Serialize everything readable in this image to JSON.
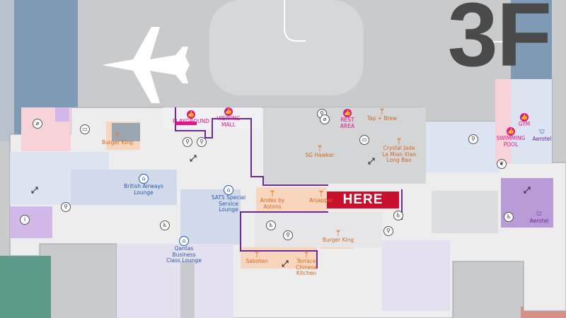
{
  "floor": "3F",
  "here_label": "HERE",
  "colors": {
    "apron": "#c9cacc",
    "floor": "#ededee",
    "route": "#6a2a9a",
    "here": "#c8102e",
    "food": "#e07a28",
    "leisure": "#e0158a",
    "lounge": "#2a5aa8"
  },
  "icons": {
    "airplane": "airplane-icon",
    "food": "fork-knife-icon",
    "leisure": "thumbs-up-icon",
    "lounge": "lounge-chair-icon",
    "toilet": "toilet-icon",
    "accessible": "wheelchair-icon",
    "escalator": "escalator-icon",
    "smoking": "smoking-icon",
    "tv": "tv-icon"
  },
  "pois": {
    "food": [
      {
        "id": "burger-king-west",
        "label": "Burger King"
      },
      {
        "id": "andes-by-astons",
        "label": "Andes by\nAstons"
      },
      {
        "id": "anjappar",
        "label": "Anjappar"
      },
      {
        "id": "burger-king-central",
        "label": "Burger King"
      },
      {
        "id": "saboten",
        "label": "Saboten"
      },
      {
        "id": "terrace-chinese-kitchen",
        "label": "Terrace\nChinese\nKitchen"
      },
      {
        "id": "sg-hawker",
        "label": "SG Hawker"
      },
      {
        "id": "tap-brew",
        "label": "Tap + Brew"
      },
      {
        "id": "crystal-jade",
        "label": "Crystal Jade\nLa Mian Xiao\nLong Bao"
      }
    ],
    "leisure": [
      {
        "id": "playground",
        "label": "PLAYGROUND"
      },
      {
        "id": "viewing-mall",
        "label": "VIEWING\nMALL"
      },
      {
        "id": "rest-area",
        "label": "REST\nAREA"
      },
      {
        "id": "gym",
        "label": "GYM"
      },
      {
        "id": "swimming-pool",
        "label": "SWIMMING\nPOOL"
      }
    ],
    "lounges": [
      {
        "id": "british-airways-lounge",
        "label": "British Airways\nLounge"
      },
      {
        "id": "sats-lounge",
        "label": "SATS Special\nService\nLounge"
      },
      {
        "id": "qantas-lounge",
        "label": "Qantas\nBusiness\nClass Lounge"
      }
    ],
    "hotels": [
      {
        "id": "aerotel-east",
        "label": "Aerotel"
      },
      {
        "id": "aerotel-south",
        "label": "Aerotel"
      }
    ]
  }
}
